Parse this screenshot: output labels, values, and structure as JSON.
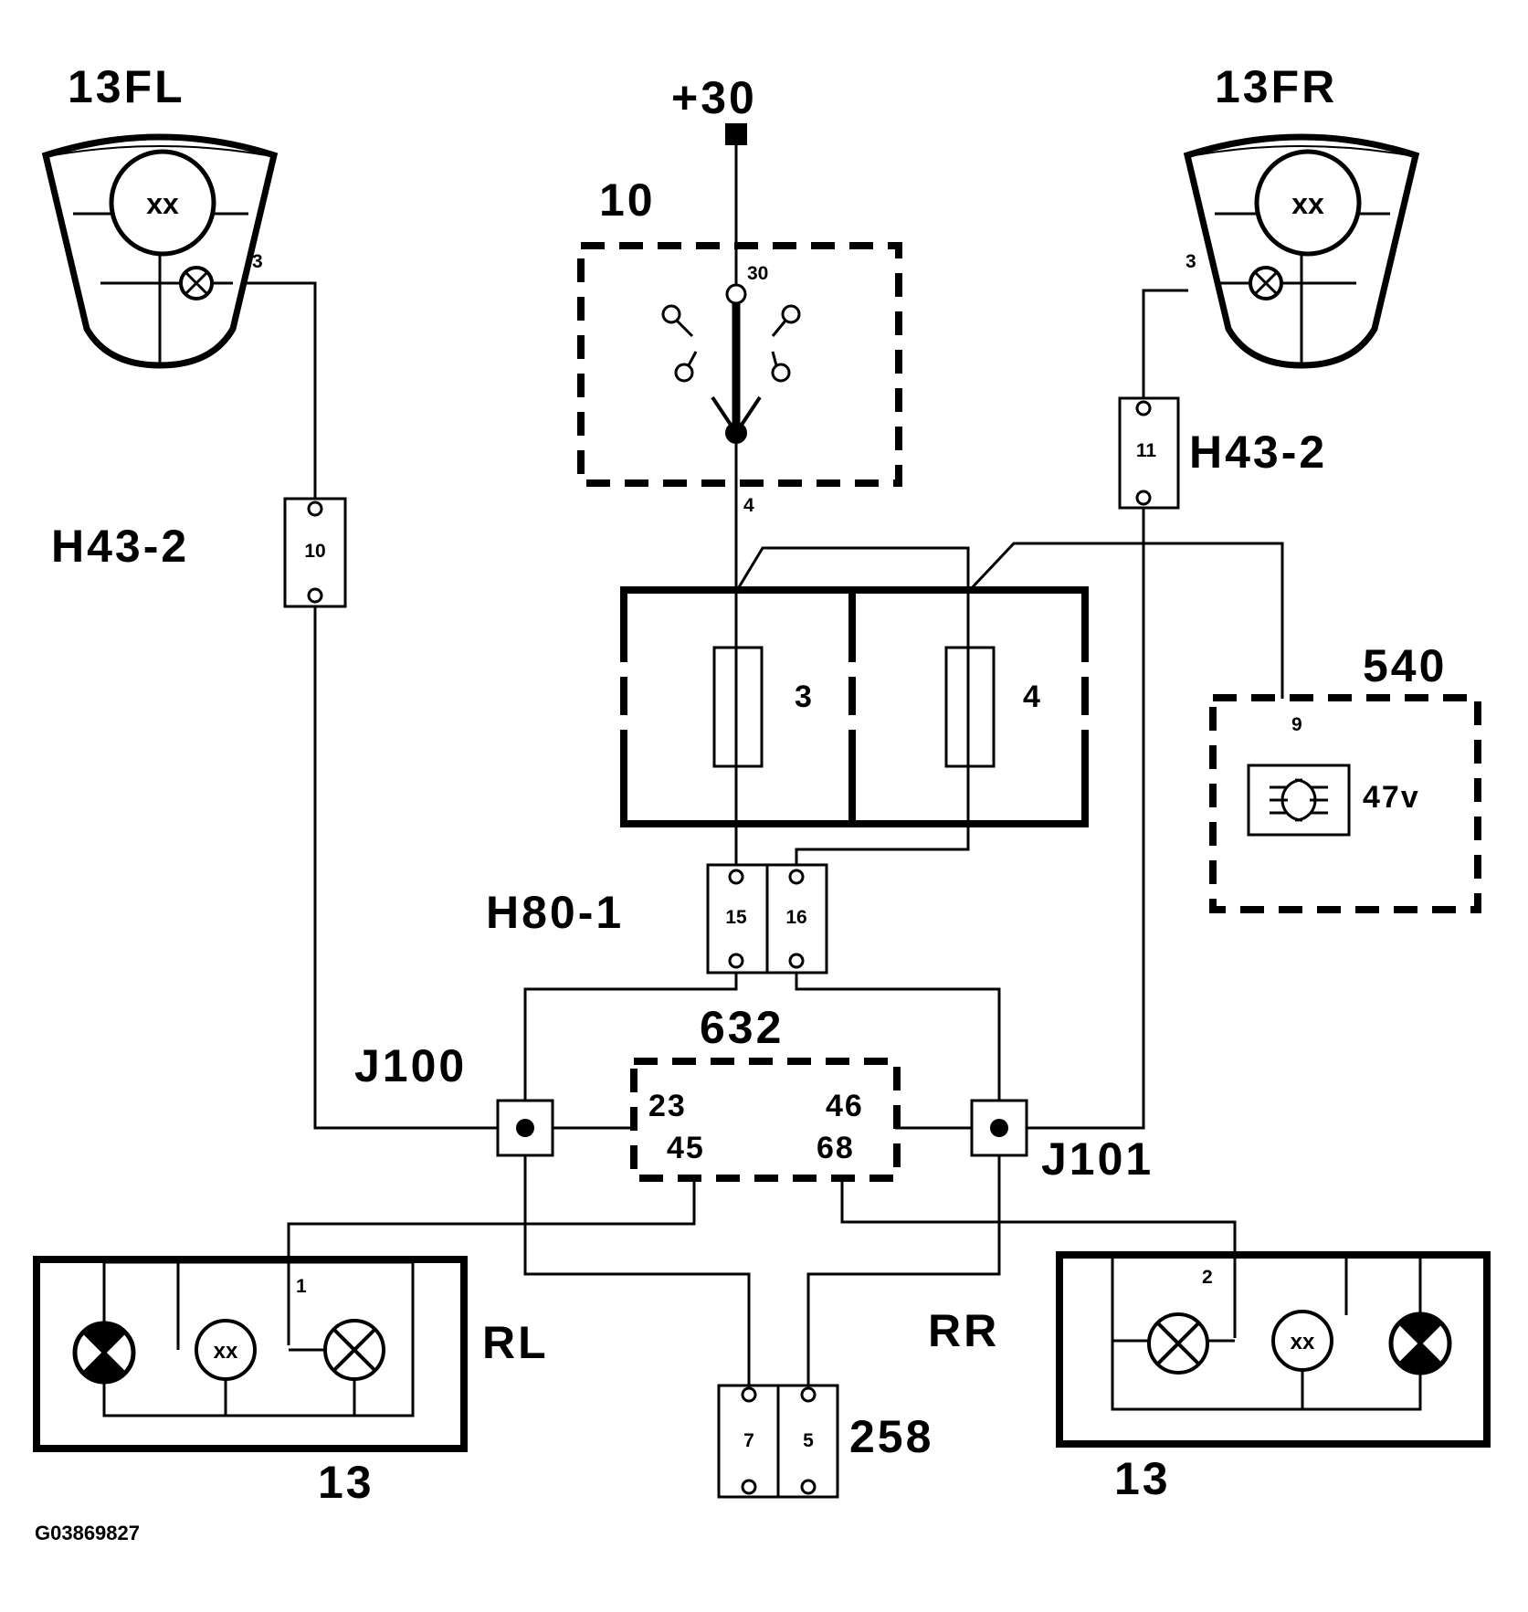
{
  "labels": {
    "battery": "+30",
    "switch": "10",
    "headlamp_left": "13FL",
    "headlamp_right": "13FR",
    "connector_left": "H43-2",
    "connector_right": "H43-2",
    "connector_mid": "H80-1",
    "module_540": "540",
    "module_540_text": "47v",
    "module_632": "632",
    "junction_left": "J100",
    "junction_right": "J101",
    "rear_left": "RL",
    "rear_right": "RR",
    "rear_left_num": "13",
    "rear_right_num": "13",
    "connector_bottom": "258",
    "figure_code": "G03869827"
  },
  "pins": {
    "switch_top": "30",
    "switch_bottom": "4",
    "fl_pin": "3",
    "fr_pin": "3",
    "h43_left": "10",
    "h43_right": "11",
    "fuse_a": "3",
    "fuse_b": "4",
    "h80_a": "15",
    "h80_b": "16",
    "m540_pin": "9",
    "m632_tl": "23",
    "m632_tr": "46",
    "m632_bl": "45",
    "m632_br": "68",
    "rl_pin": "1",
    "rr_pin": "2",
    "c258_a": "7",
    "c258_b": "5"
  },
  "icons": {
    "headlamp": "headlamp-icon",
    "lamp": "bulb-icon",
    "fog": "fog-lamp-icon",
    "fuse": "fuse-icon",
    "switch": "rotary-switch-icon"
  }
}
